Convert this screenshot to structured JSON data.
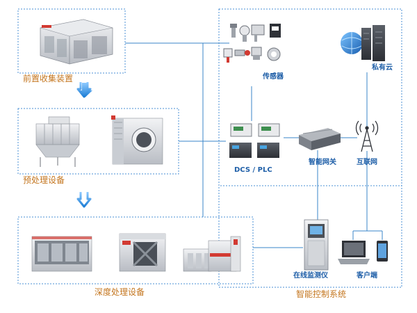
{
  "labels": {
    "front_collection": "前置收集装置",
    "pretreatment": "预处理设备",
    "deep_treatment": "深度处理设备",
    "sensors": "传感器",
    "private_cloud": "私有云",
    "dcs_plc": "DCS / PLC",
    "smart_gateway": "智能网关",
    "internet": "互联网",
    "online_monitor": "在线监测仪",
    "client": "客户端",
    "control_system": "智能控制系统"
  },
  "colors": {
    "region_border": "#4a8fd4",
    "connector": "#3a85c9",
    "arrow": "#2d88d8",
    "label_blue": "#1f5fa8",
    "label_orange": "#c4761f",
    "device_red": "#d23a32"
  },
  "icons": [
    "down-arrow-icon",
    "cloud-globe-icon",
    "server-rack-icon",
    "antenna-tower-icon",
    "sensor-icon",
    "plc-module-icon",
    "gateway-icon",
    "monitor-cabinet-icon",
    "laptop-icon",
    "smartphone-icon"
  ]
}
